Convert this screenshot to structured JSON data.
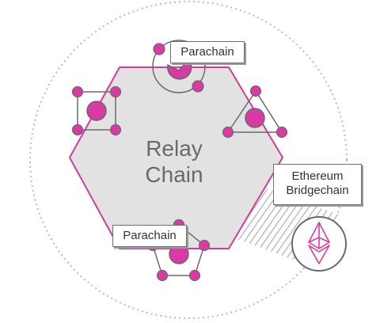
{
  "diagram": {
    "relay_chain": {
      "line1": "Relay",
      "line2": "Chain"
    },
    "parachain_top_label": "Parachain",
    "parachain_bottom_label": "Parachain",
    "bridge_label": {
      "line1": "Ethereum",
      "line2": "Bridgechain"
    },
    "bridge_icon": "ethereum-logo",
    "colors": {
      "node_magenta": "#d93aa5",
      "hexagon_fill": "#e2e2e2",
      "hexagon_stroke": "#cf3c9d",
      "outline_gray": "#6a6a6a",
      "dotted_circle": "#bbbbbb"
    }
  }
}
